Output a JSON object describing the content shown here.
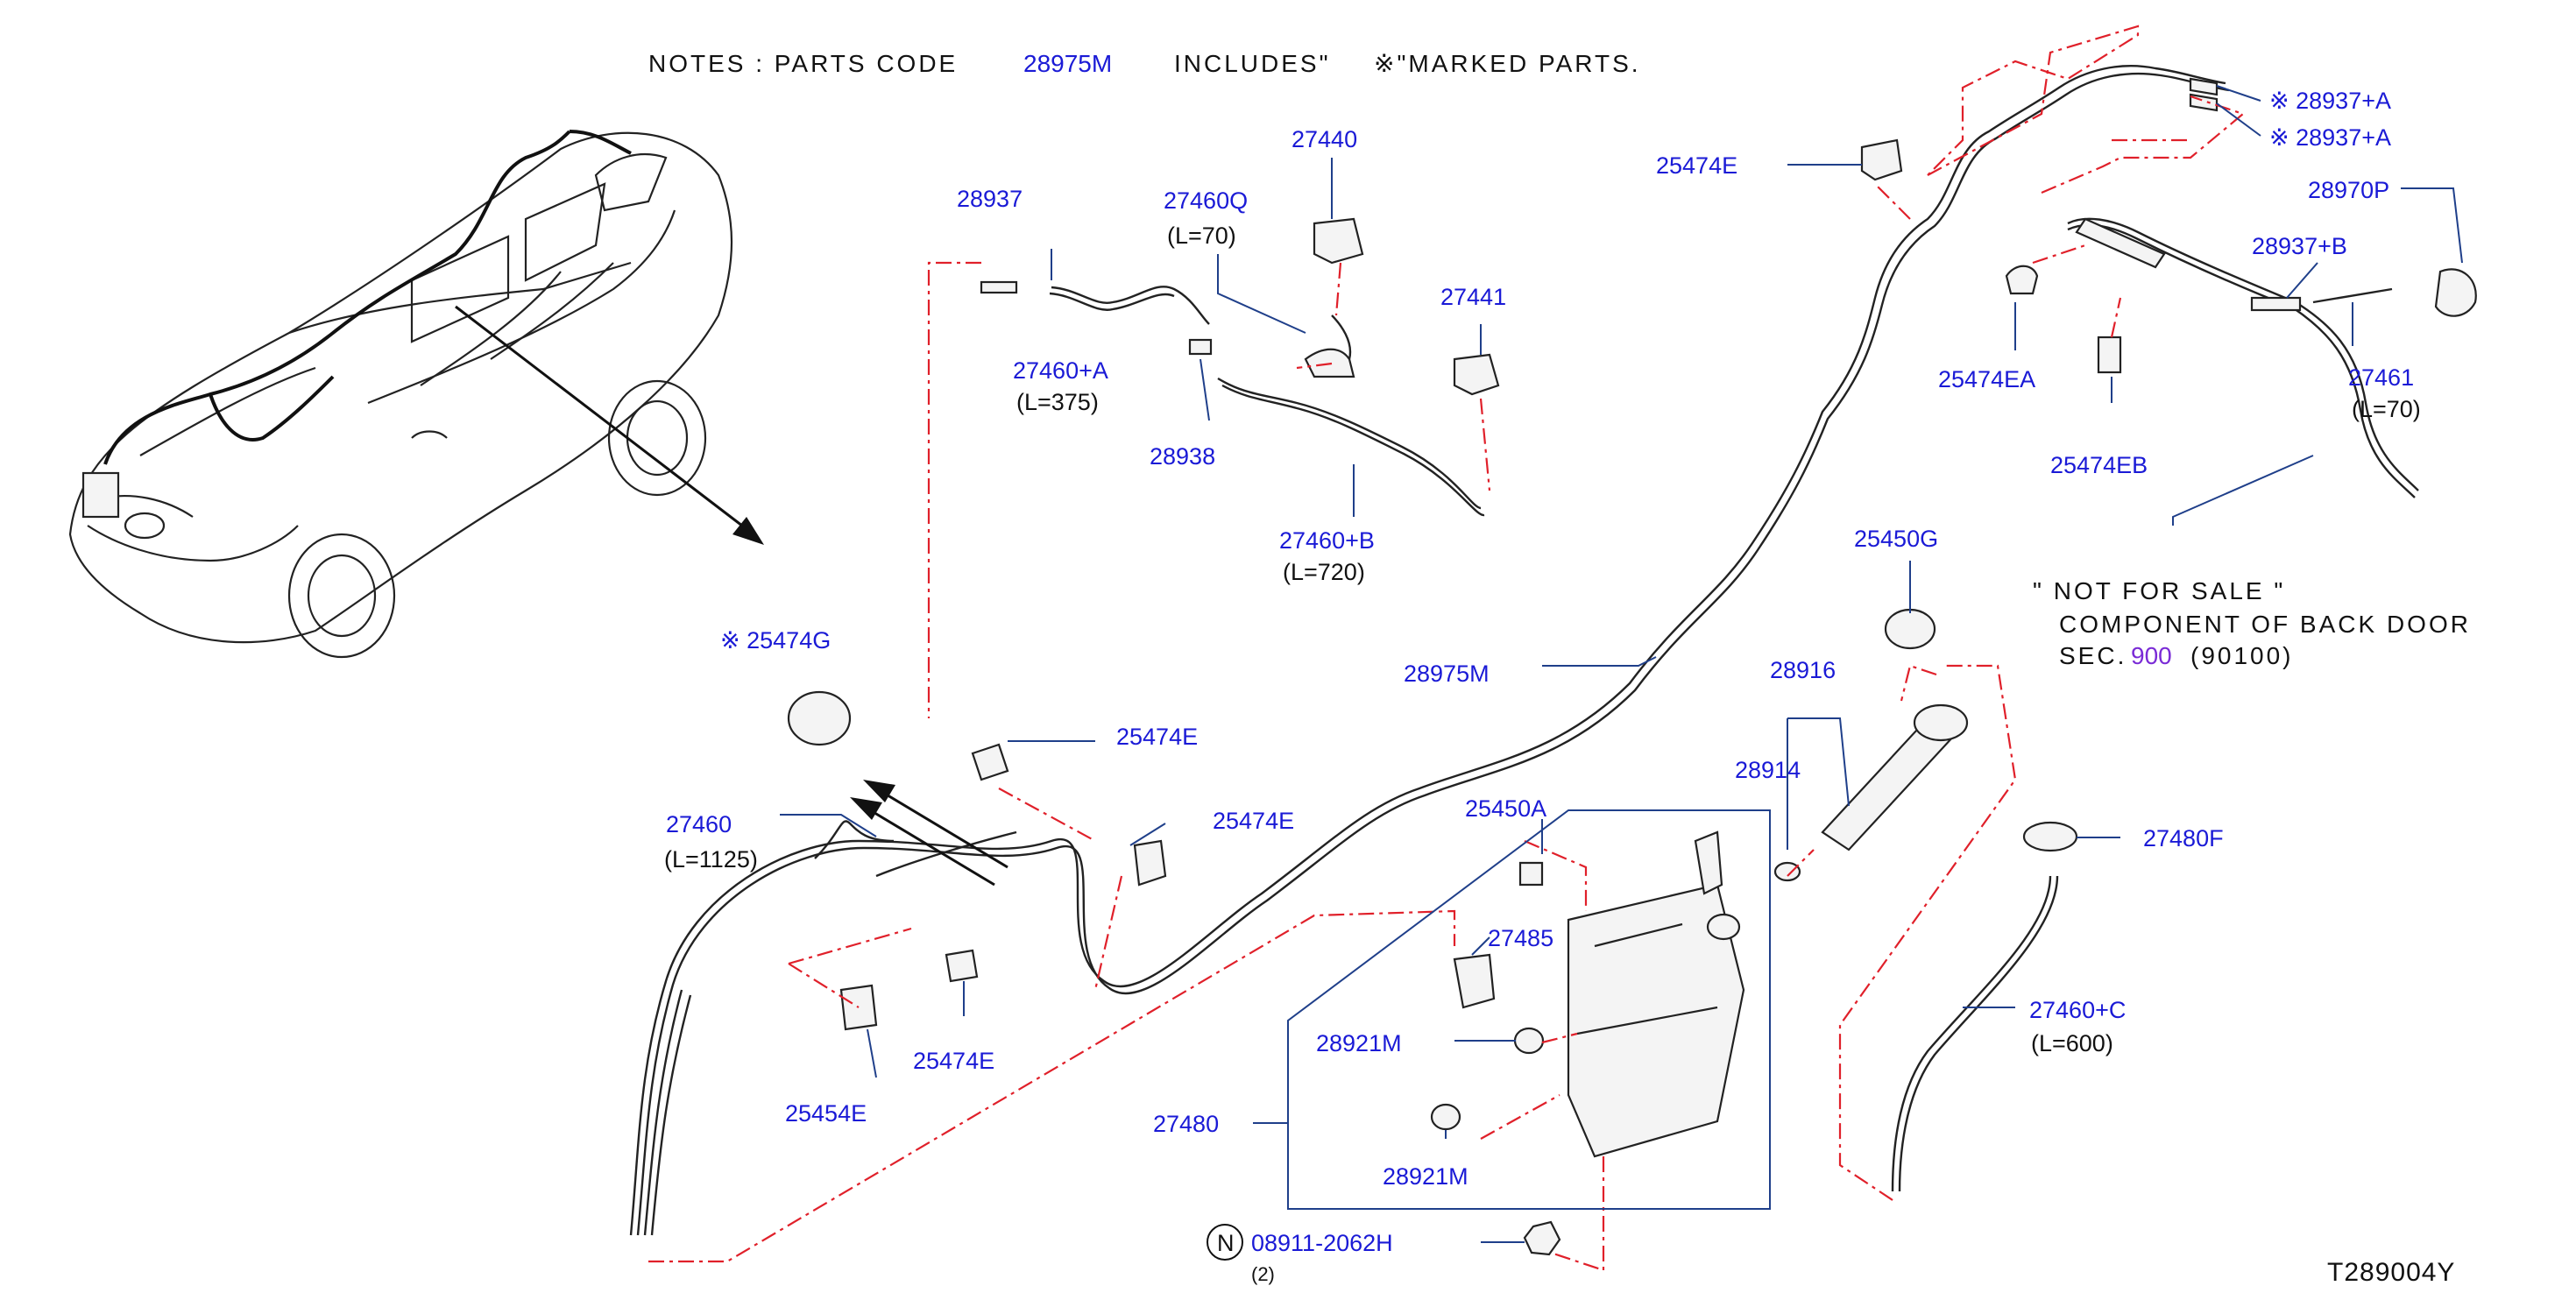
{
  "notes": {
    "prefix": "NOTES  :  PARTS  CODE",
    "code": "28975M",
    "includes": "INCLUDES\"",
    "marked": "※\"MARKED  PARTS."
  },
  "not_for_sale": {
    "line1": "\"  NOT  FOR  SALE  \"",
    "line2": "COMPONENT  OF  BACK  DOOR",
    "sec_prefix": "SEC.",
    "sec_code": "900",
    "sec_suffix": "(90100)"
  },
  "diagram_code": "T289004Y",
  "labels": {
    "p28937": "28937",
    "p27460A": "27460+A",
    "p27460A_len": "(L=375)",
    "p28938": "28938",
    "p27460Q": "27460Q",
    "p27460Q_len": "(L=70)",
    "p27440": "27440",
    "p27441": "27441",
    "p27460B": "27460+B",
    "p27460B_len": "(L=720)",
    "p25474E_top": "25474E",
    "p28937A_1": "※ 28937+A",
    "p28937A_2": "※ 28937+A",
    "p28970P": "28970P",
    "p28937B": "28937+B",
    "p25474EA": "25474EA",
    "p25474EB": "25474EB",
    "p27461": "27461",
    "p27461_len": "(L=70)",
    "p25474G": "※ 25474G",
    "p27460": "27460",
    "p27460_len": "(L=1125)",
    "p25474E_mid": "25474E",
    "p25474E_right": "25474E",
    "p25474E_low": "25474E",
    "p25454E": "25454E",
    "p28975M": "28975M",
    "p25450G": "25450G",
    "p28916": "28916",
    "p28914": "28914",
    "p25450A": "25450A",
    "p27485": "27485",
    "p28921M_1": "28921M",
    "p28921M_2": "28921M",
    "p27480": "27480",
    "p27480F": "27480F",
    "p27460C": "27460+C",
    "p27460C_len": "(L=600)",
    "nut_symbol": "N",
    "p08911": "08911-2062H",
    "p08911_qty": "(2)"
  }
}
